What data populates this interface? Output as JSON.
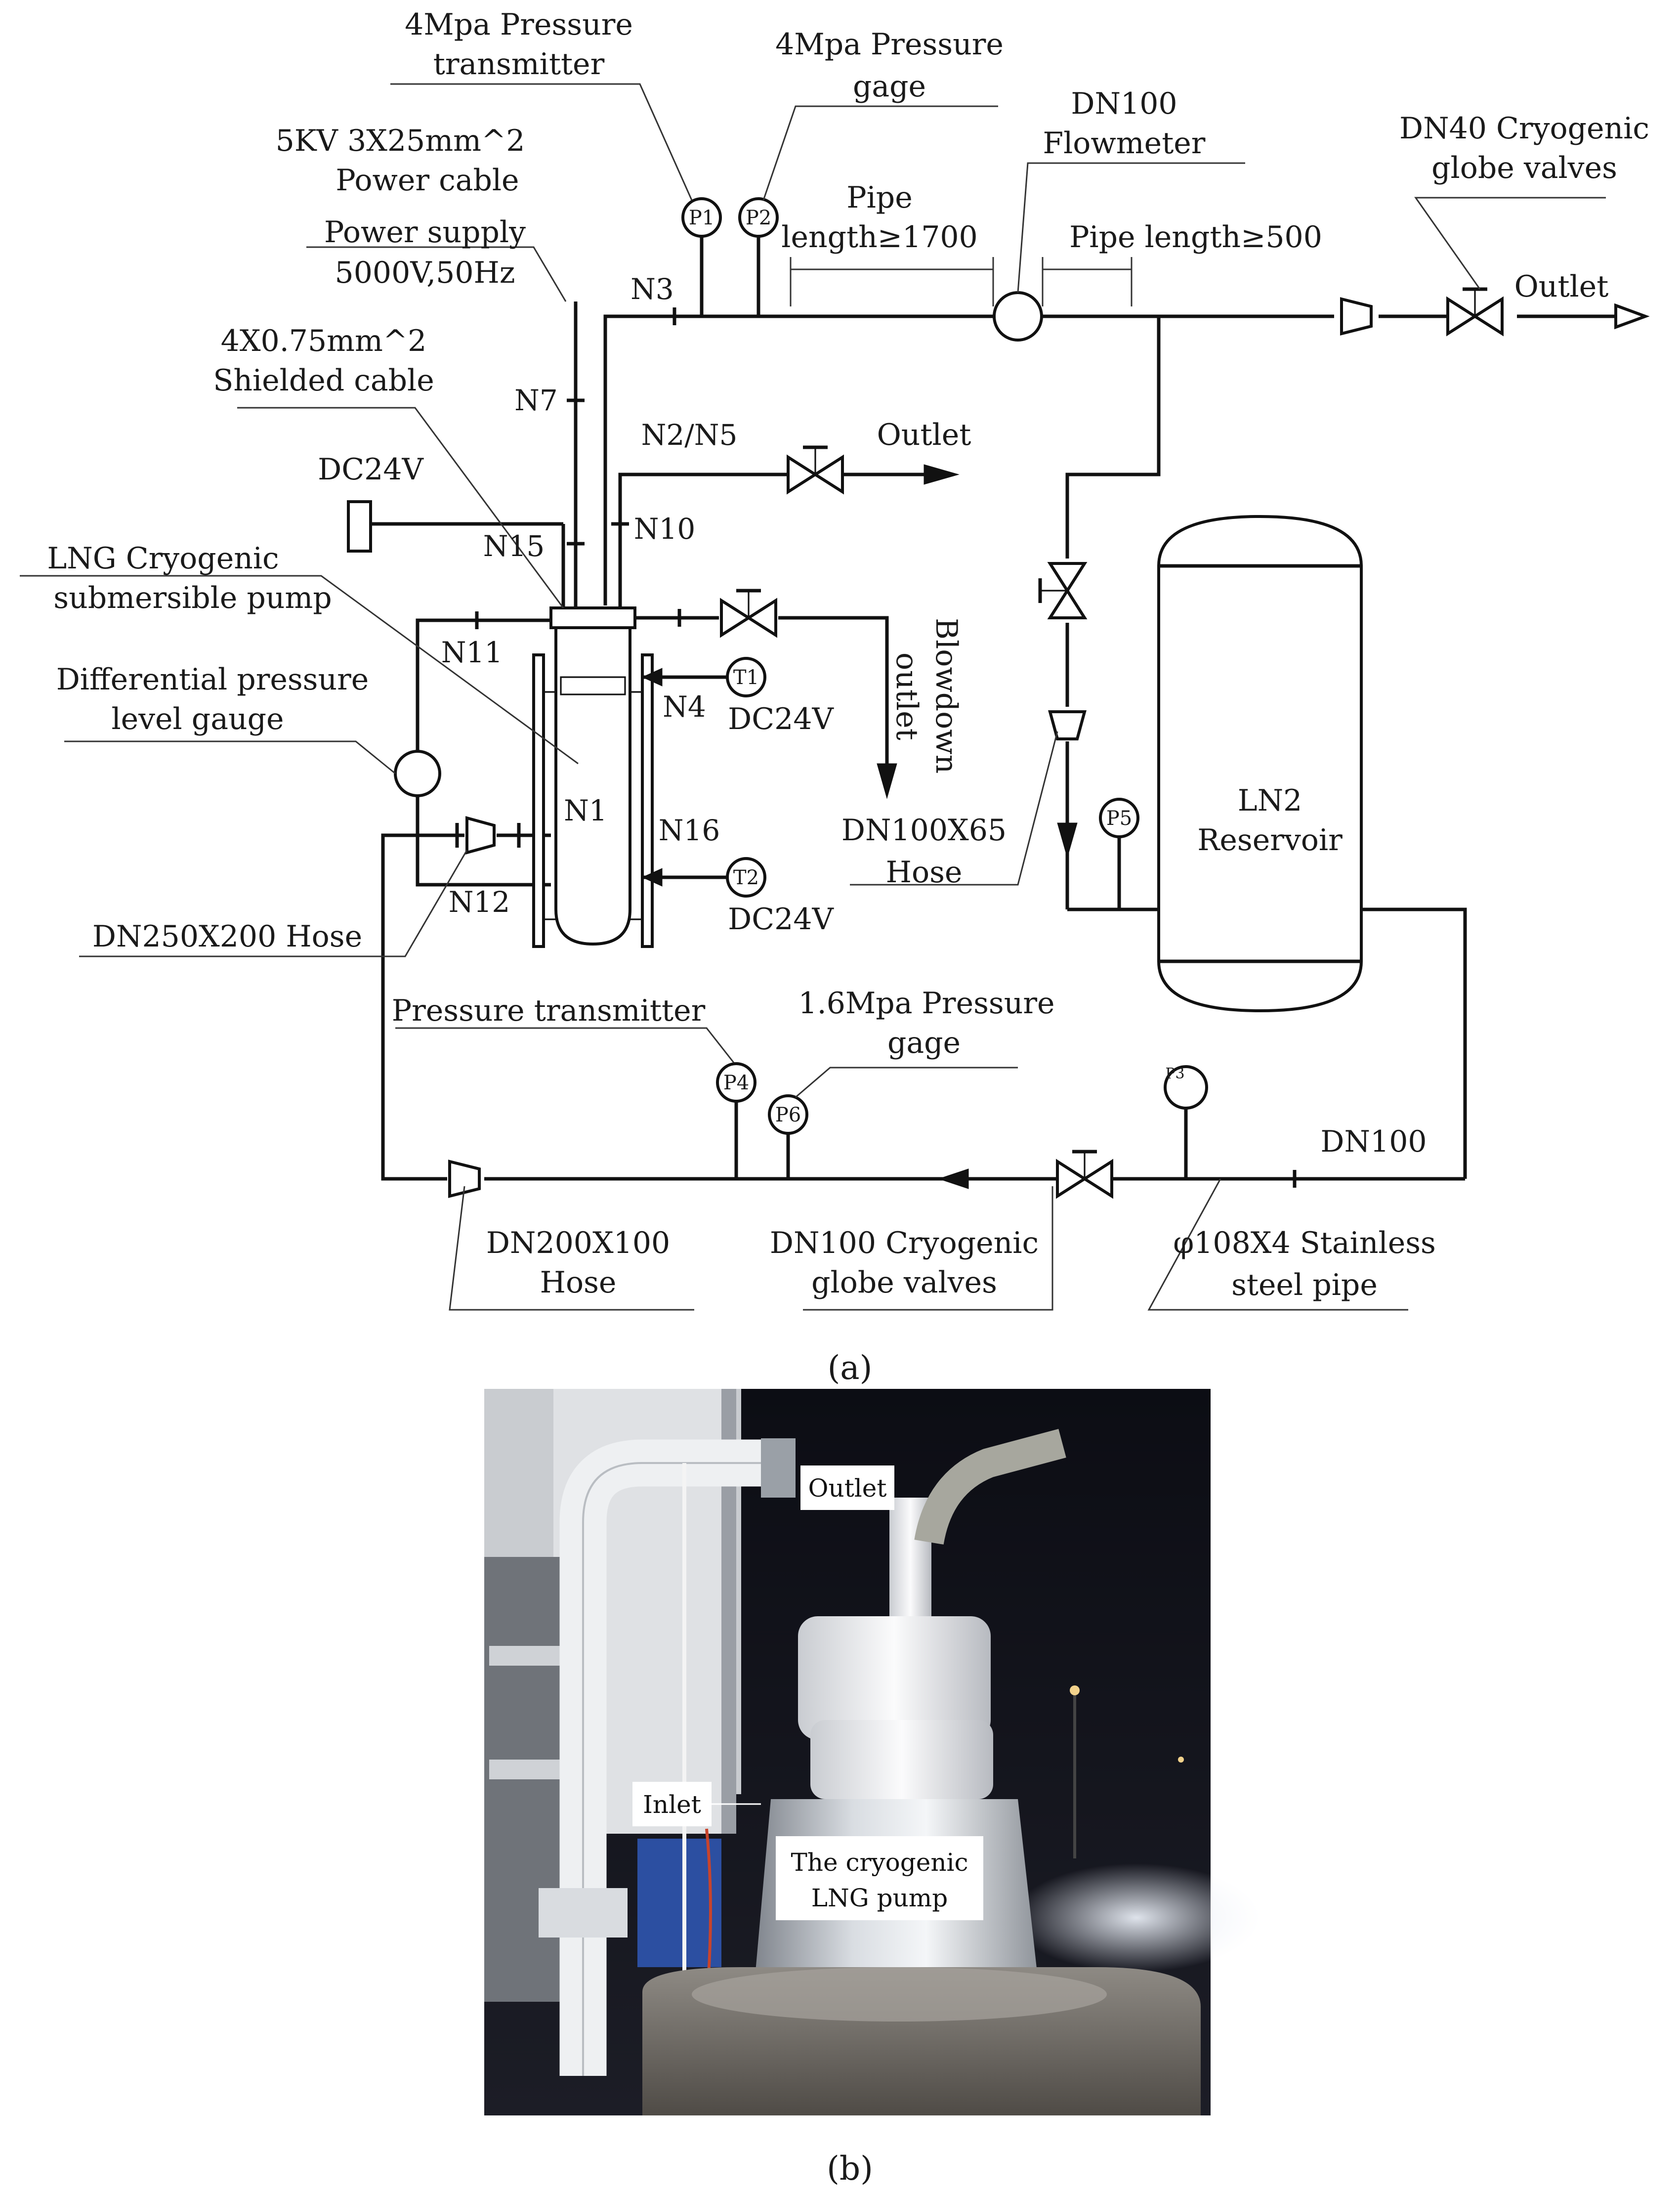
{
  "diagram": {
    "top_instruments": {
      "p1_label": "4Mpa Pressure transmitter",
      "p1_label_line1": "4Mpa Pressure",
      "p1_label_line2": "transmitter",
      "p2_label_line1": "4Mpa Pressure",
      "p2_label_line2": "gage",
      "flowmeter_line1": "DN100",
      "flowmeter_line2": "Flowmeter",
      "outlet_valve_line1": "DN40 Cryogenic",
      "outlet_valve_line2": "globe valves"
    },
    "power": {
      "cable_line1": "5KV 3X25mm^2",
      "cable_line2": "Power cable",
      "supply_line1": "Power supply",
      "supply_line2": "5000V,50Hz",
      "shield_line1": "4X0.75mm^2",
      "shield_line2": "Shielded cable",
      "dc": "DC24V"
    },
    "pipes": {
      "pipe1_line1": "Pipe",
      "pipe1_line2": "length≥1700",
      "pipe2": "Pipe length≥500",
      "outlet_main": "Outlet",
      "outlet_n2": "Outlet",
      "blowdown_line1": "Blowdown",
      "blowdown_line2": "outlet",
      "hose_dn100_line1": "DN100X65",
      "hose_dn100_line2": "Hose"
    },
    "nozzles": {
      "n1": "N1",
      "n2n5": "N2/N5",
      "n3": "N3",
      "n4": "N4",
      "n7": "N7",
      "n10": "N10",
      "n11": "N11",
      "n12": "N12",
      "n15": "N15",
      "n16": "N16"
    },
    "instruments": {
      "p1": "P1",
      "p2": "P2",
      "p3": "P3",
      "p4": "P4",
      "p5": "P5",
      "p6": "P6",
      "t1": "T1",
      "t2": "T2",
      "t1_power": "DC24V",
      "t2_power": "DC24V"
    },
    "pump": {
      "label_line1": "LNG Cryogenic",
      "label_line2": "submersible pump",
      "level_line1": "Differential pressure",
      "level_line2": "level gauge",
      "hose_inlet": "DN250X200 Hose"
    },
    "reservoir": {
      "line1": "LN2",
      "line2": "Reservoir"
    },
    "bottom": {
      "pt_label": "Pressure transmitter",
      "gage_line1": "1.6Mpa Pressure",
      "gage_line2": "gage",
      "dn100": "DN100",
      "hose_line1": "DN200X100",
      "hose_line2": "Hose",
      "valve_line1": "DN100 Cryogenic",
      "valve_line2": "globe valves",
      "pipe_line1": "φ108X4 Stainless",
      "pipe_line2": "steel pipe"
    },
    "caption_a": "(a)"
  },
  "photo": {
    "outlet": "Outlet",
    "inlet": "Inlet",
    "pump_line1": "The cryogenic",
    "pump_line2": "LNG pump",
    "caption_b": "(b)"
  }
}
